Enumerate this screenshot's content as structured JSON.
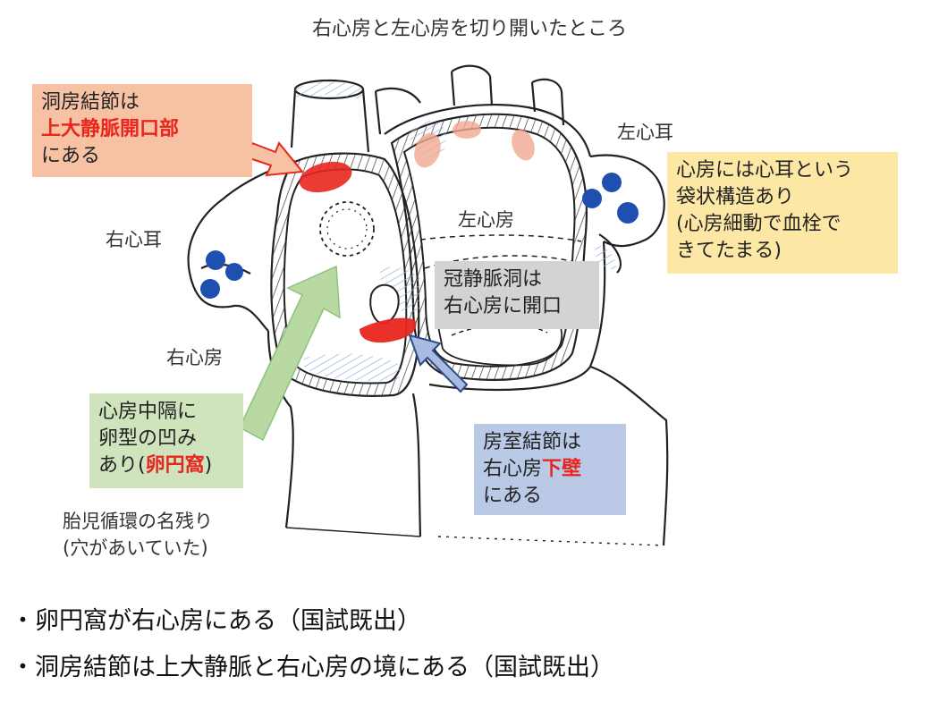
{
  "title": "右心房と左心房を切り開いたところ",
  "labels": {
    "left_auricle": "左心耳",
    "right_auricle": "右心耳",
    "left_atrium": "左心房",
    "right_atrium": "右心房"
  },
  "boxes": {
    "sa_node": {
      "line1": "洞房結節は",
      "line2": "上大静脈開口部",
      "line3": "にある",
      "bg": "#f6c2a3"
    },
    "auricle_note": {
      "line1": "心房には心耳という",
      "line2": "袋状構造あり",
      "line3": "(心房細動で血栓で",
      "line4": "きてたまる)",
      "bg": "#fde7a4"
    },
    "coronary_sinus": {
      "line1": "冠静脈洞は",
      "line2": "右心房に開口",
      "bg": "#d3d3d3"
    },
    "fossa_ovalis": {
      "line1": "心房中隔に",
      "line2": "卵型の凹み",
      "line3_prefix": "あり(",
      "line3_red": "卵円窩",
      "line3_suffix": ")",
      "bg": "#cfe3bd"
    },
    "av_node": {
      "line1": "房室結節は",
      "line2_prefix": "右心房",
      "line2_red": "下壁",
      "line3": "にある",
      "bg": "#b9c9e6"
    }
  },
  "fetal_note": {
    "line1": "胎児循環の名残り",
    "line2": "(穴があいていた)"
  },
  "bullets": [
    "・卵円窩が右心房にある（国試既出）",
    "・洞房結節は上大静脈と右心房の境にある（国試既出）"
  ],
  "colors": {
    "red_mark": "#e8261e",
    "blue_dot": "#1f4fb0",
    "pink_vein": "#f3a792",
    "arrow_orange": "#f6c2a3",
    "arrow_green": "#b9d9a3",
    "arrow_blue": "#a9bbe0"
  }
}
